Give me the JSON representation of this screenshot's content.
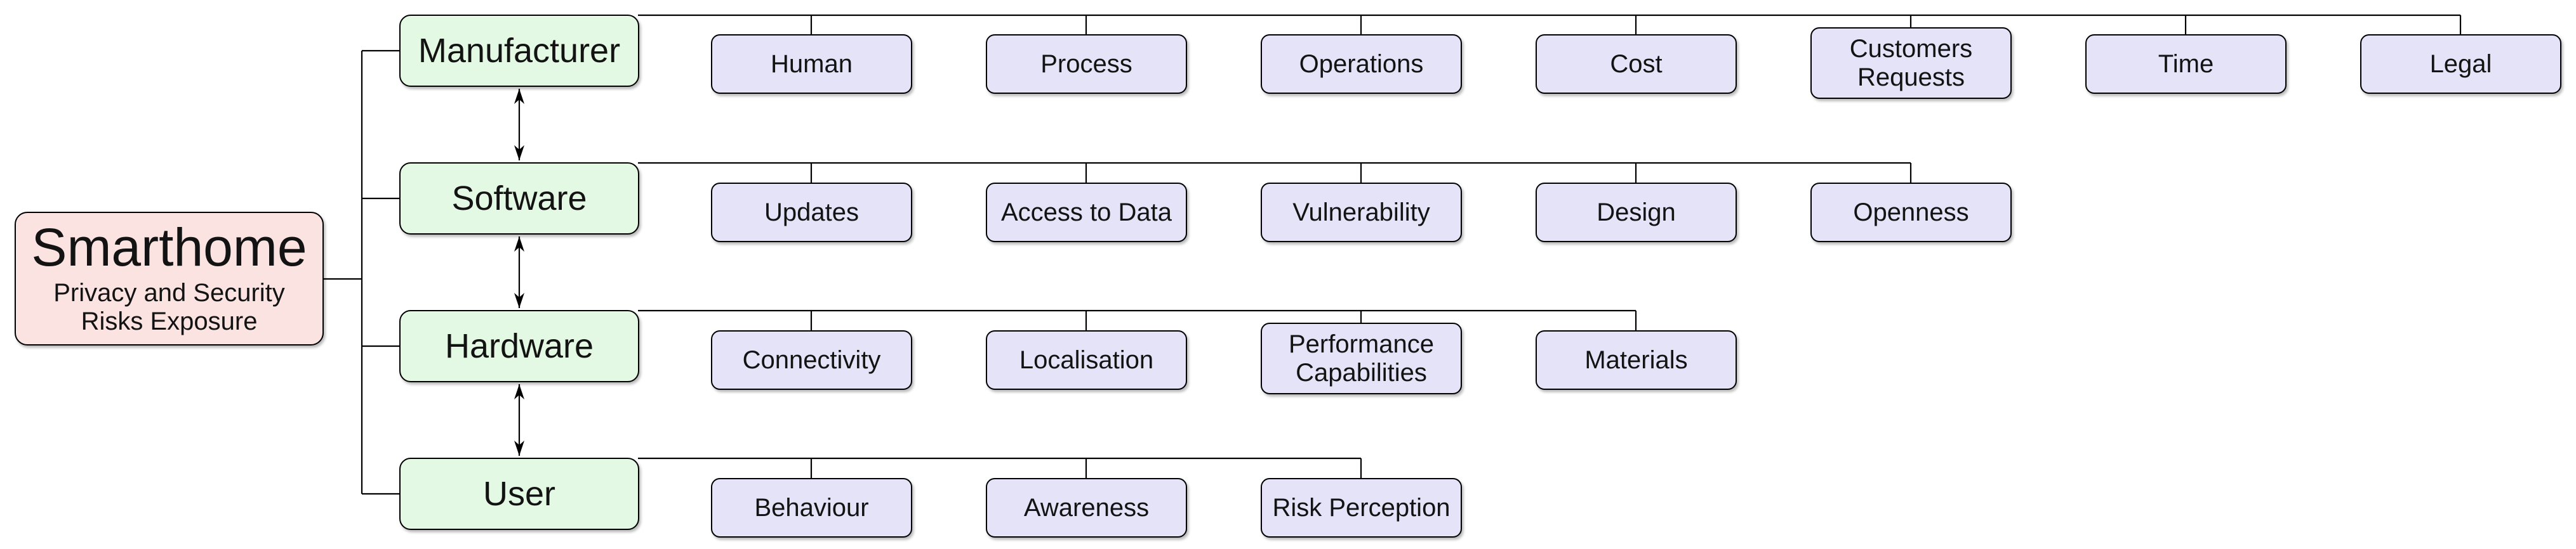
{
  "diagram_title": "Smarthome Privacy and Security Risks Exposure",
  "root": {
    "title": "Smarthome",
    "subtitle_line1": "Privacy and Security",
    "subtitle_line2": "Risks Exposure"
  },
  "branches": [
    {
      "label": "Manufacturer",
      "children": [
        "Human",
        "Process",
        "Operations",
        "Cost",
        "Customers Requests",
        "Time",
        "Legal"
      ]
    },
    {
      "label": "Software",
      "children": [
        "Updates",
        "Access to Data",
        "Vulnerability",
        "Design",
        "Openness"
      ]
    },
    {
      "label": "Hardware",
      "children": [
        "Connectivity",
        "Localisation",
        "Performance Capabilities",
        "Materials"
      ]
    },
    {
      "label": "User",
      "children": [
        "Behaviour",
        "Awareness",
        "Risk Perception"
      ]
    }
  ],
  "colors": {
    "root_fill": "#fbe3e2",
    "branch_fill": "#e4f9e3",
    "child_fill": "#e4e3f8",
    "line_color": "#000000",
    "text_color": "#131313"
  }
}
